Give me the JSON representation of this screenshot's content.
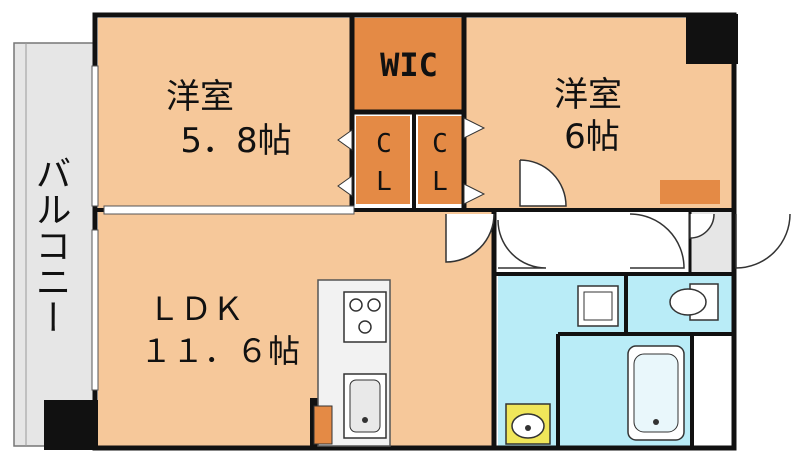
{
  "colors": {
    "wall": "#111111",
    "room": "#f6c89a",
    "storage": "#e48a45",
    "wet": "#b9ecf7",
    "balcony": "#e6e6e6",
    "hall": "#ffffff",
    "fixture": "#e9e9e9"
  },
  "balcony": {
    "label": "バルコニー"
  },
  "rooms": {
    "western_left": {
      "name": "洋室",
      "size": "5．8帖"
    },
    "western_right": {
      "name": "洋室",
      "size": "6帖"
    },
    "ldk": {
      "name": "ＬＤＫ",
      "size": "１１．６帖"
    },
    "wic": {
      "label": "WIC"
    },
    "closet_a": {
      "line1": "C",
      "line2": "L"
    },
    "closet_b": {
      "line1": "C",
      "line2": "L"
    }
  },
  "icons": [
    "stove-icon",
    "sink-icon",
    "toilet-icon",
    "washbasin-icon",
    "bathtub-icon",
    "washing-machine-icon",
    "refrigerator-icon"
  ]
}
